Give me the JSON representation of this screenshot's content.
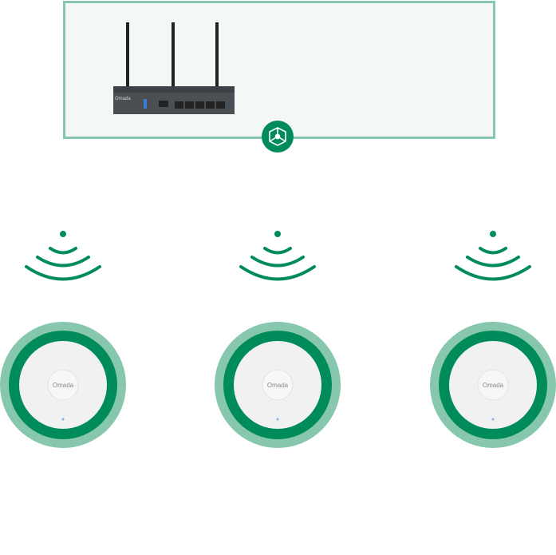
{
  "colors": {
    "brand": "#008c5a",
    "light": "#86c7ae",
    "panel": "#f3f7f6"
  },
  "gateway": {
    "icon": "router-icon",
    "logo_text": "Omada"
  },
  "hub": {
    "icon": "network-hub-icon"
  },
  "access_points": [
    {
      "icon": "wifi-icon",
      "logo_text": "Omada"
    },
    {
      "icon": "wifi-icon",
      "logo_text": "Omada"
    },
    {
      "icon": "wifi-icon",
      "logo_text": "Omada"
    }
  ]
}
